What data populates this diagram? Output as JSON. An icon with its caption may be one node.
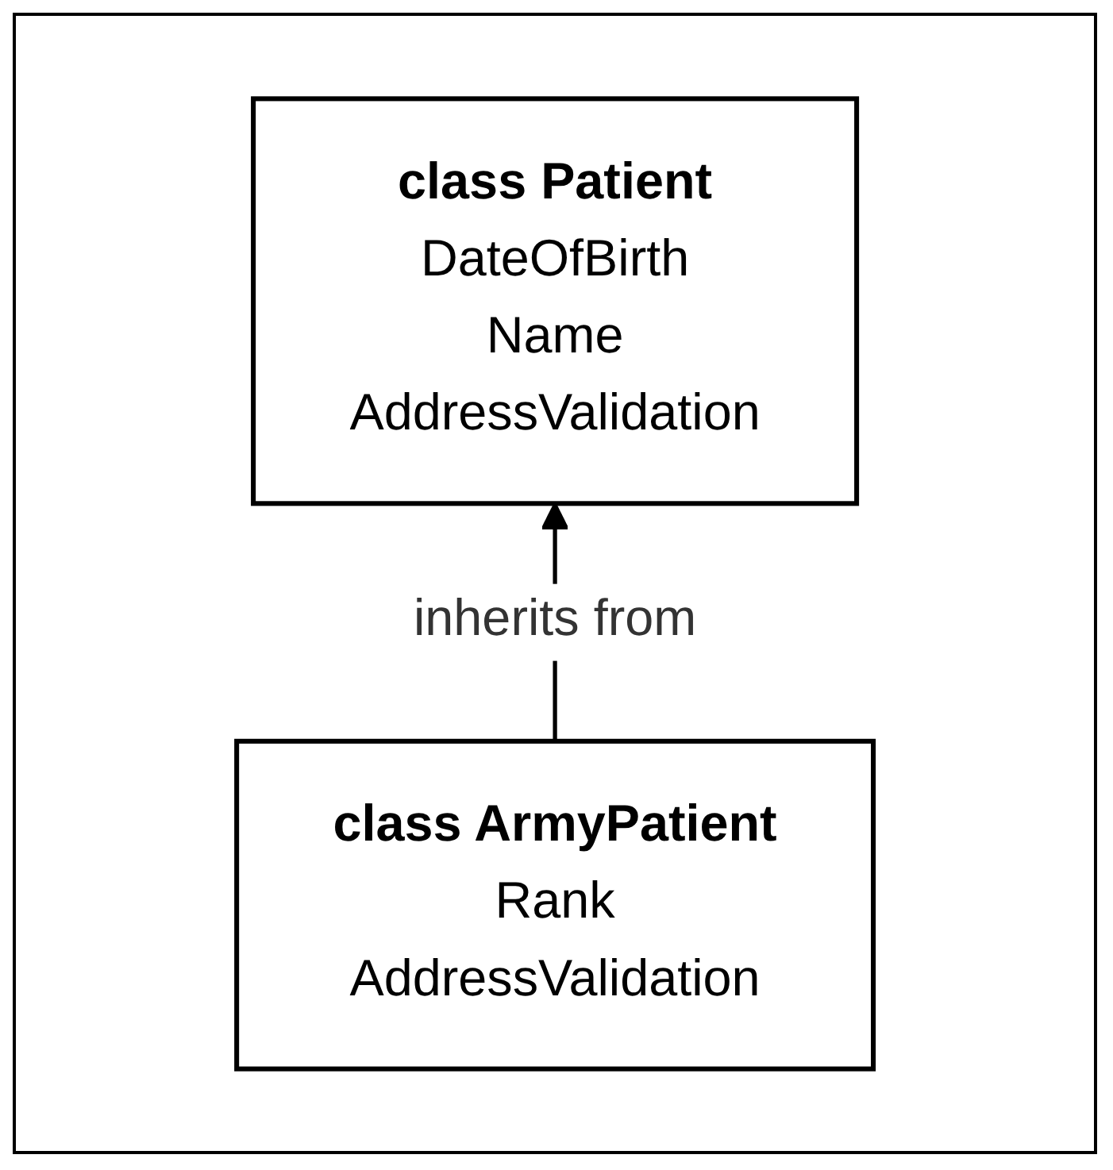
{
  "diagram": {
    "nodes": [
      {
        "text": [
          "class Patient",
          "DateOfBirth",
          "Name",
          "AddressValidation"
        ]
      },
      {
        "text": [
          "class ArmyPatient",
          "Rank",
          "AddressValidation"
        ]
      }
    ],
    "edges": [
      {
        "from": 1,
        "to": 0,
        "arrow": "to",
        "label": "inherits from"
      }
    ]
  }
}
